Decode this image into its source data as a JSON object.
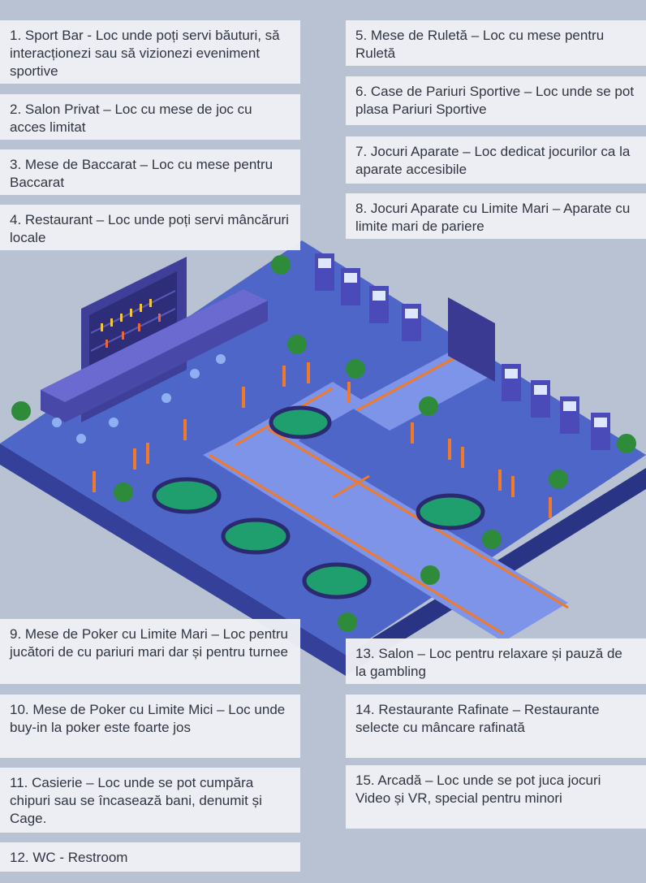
{
  "colors": {
    "background": "#b8c2d2",
    "card": "#eef0f4",
    "floor": "#4f66c9",
    "walkway": "#7e94e8",
    "carpet_line": "#f07a2a",
    "wall": "#3f3f9a",
    "table_felt": "#1f9e6e",
    "plant": "#2e8b3a"
  },
  "legend": [
    {
      "id": 1,
      "text": "1. Sport Bar - Loc unde poți servi băuturi, să interacționezi sau să vizionezi eveniment sportive"
    },
    {
      "id": 2,
      "text": "2. Salon Privat – Loc  cu mese de joc cu acces limitat"
    },
    {
      "id": 3,
      "text": "3. Mese de Baccarat – Loc  cu mese pentru Baccarat"
    },
    {
      "id": 4,
      "text": "4. Restaurant – Loc unde poți servi mâncăruri locale"
    },
    {
      "id": 5,
      "text": "5.  Mese de Ruletă – Loc cu mese pentru Ruletă"
    },
    {
      "id": 6,
      "text": "6. Case de Pariuri Sportive – Loc unde se pot plasa Pariuri Sportive"
    },
    {
      "id": 7,
      "text": "7. Jocuri Aparate – Loc dedicat jocurilor ca la aparate accesibile"
    },
    {
      "id": 8,
      "text": "8.  Jocuri Aparate cu Limite Mari – Aparate cu limite mari de pariere"
    },
    {
      "id": 9,
      "text": "9. Mese de Poker cu Limite Mari – Loc pentru jucători de  cu pariuri mari dar și pentru turnee"
    },
    {
      "id": 10,
      "text": "10. Mese de Poker cu Limite Mici – Loc unde buy-in la poker este foarte jos"
    },
    {
      "id": 11,
      "text": "11. Casierie – Loc unde se pot cumpăra chipuri sau se încasează bani, denumit și Cage."
    },
    {
      "id": 12,
      "text": "12. WC - Restroom"
    },
    {
      "id": 13,
      "text": "13. Salon – Loc pentru relaxare și pauză de la gambling"
    },
    {
      "id": 14,
      "text": "14. Restaurante Rafinate – Restaurante selecte  cu mâncare rafinată"
    },
    {
      "id": 15,
      "text": "15. Arcadă – Loc unde se pot juca jocuri Video și VR, special pentru minori"
    }
  ]
}
